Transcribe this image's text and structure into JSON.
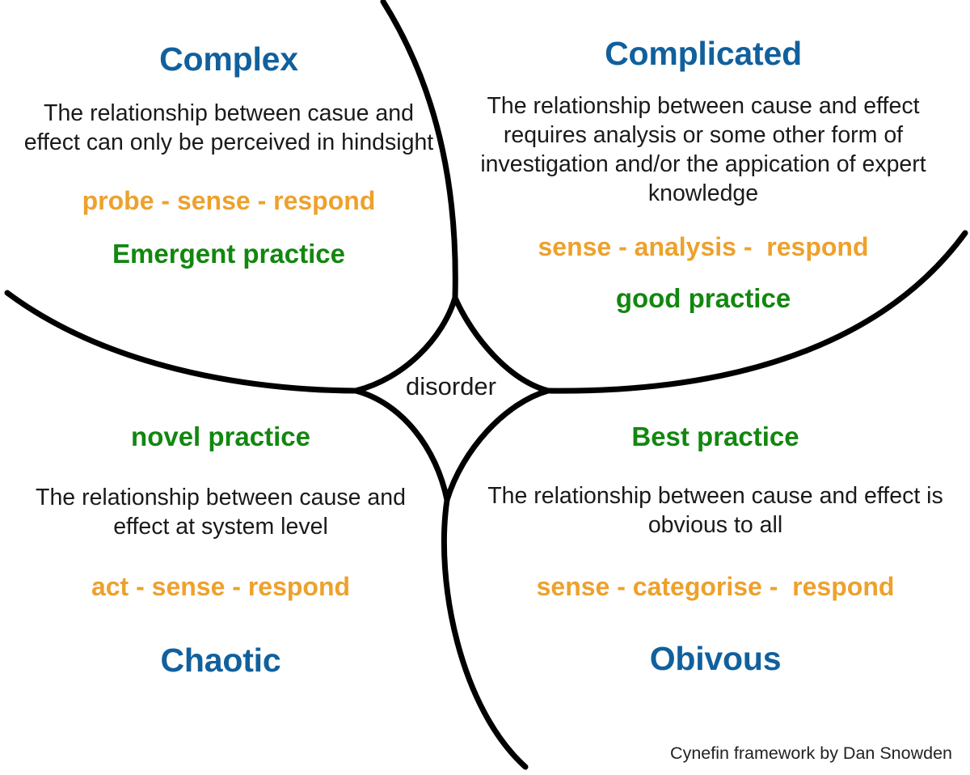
{
  "diagram": {
    "title": "Cynefin framework",
    "attribution": "Cynefin framework by Dan Snowden",
    "center_label": "disorder",
    "colors": {
      "domain_title": "#11609d",
      "action": "#eda12c",
      "practice": "#12870f",
      "description": "#1a1a1a",
      "curve": "#000000",
      "background": "#ffffff"
    }
  },
  "quadrants": {
    "complex": {
      "title": "Complex",
      "description": "The relationship between casue and effect can only be perceived in hindsight",
      "action": "probe - sense - respond",
      "practice": "Emergent practice"
    },
    "complicated": {
      "title": "Complicated",
      "description": "The relationship between cause and effect requires analysis or some other form of investigation and/or the appication of expert knowledge",
      "action": "sense - analysis -  respond",
      "practice": "good practice"
    },
    "chaotic": {
      "title": "Chaotic",
      "description": "The relationship between cause and effect at system level",
      "action": "act - sense - respond",
      "practice": "novel practice"
    },
    "obvious": {
      "title": "Obivous",
      "description": "The relationship between cause and effect is obvious to all",
      "action": "sense - categorise -  respond",
      "practice": "Best practice"
    }
  }
}
